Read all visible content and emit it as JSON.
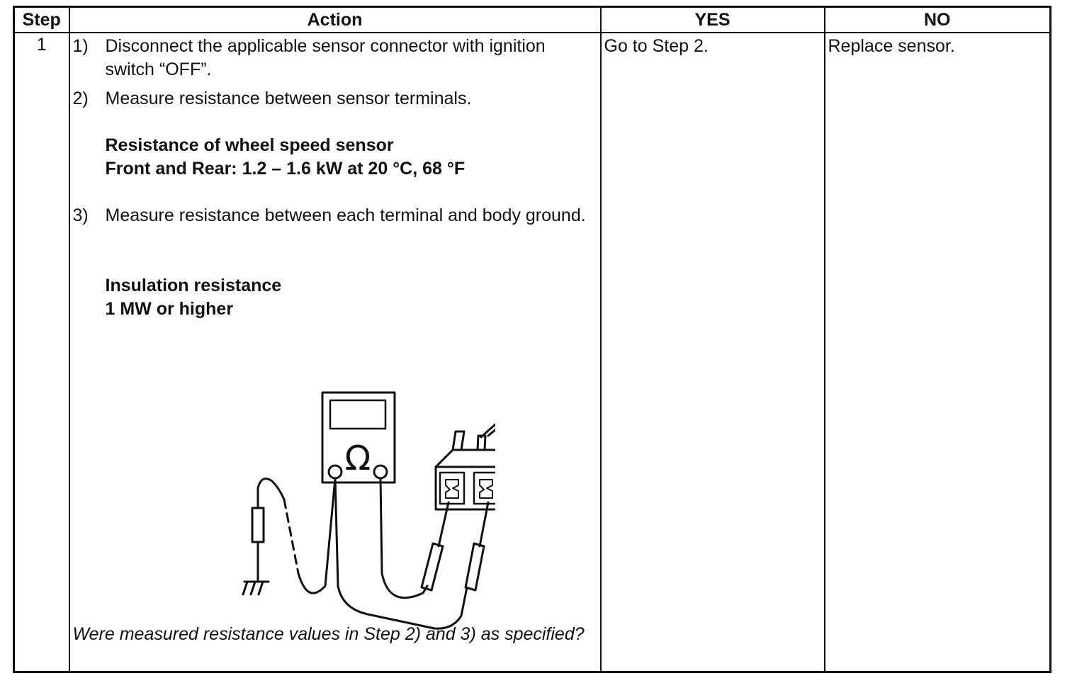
{
  "table": {
    "headers": {
      "step": "Step",
      "action": "Action",
      "yes": "YES",
      "no": "NO"
    },
    "row": {
      "step": "1",
      "items": [
        {
          "num": "1)",
          "text": "Disconnect the applicable sensor connector with ignition switch “OFF”."
        },
        {
          "num": "2)",
          "text": "Measure resistance between sensor terminals."
        },
        {
          "num": "3)",
          "text": "Measure resistance between each terminal and body ground."
        }
      ],
      "spec1": {
        "title": "Resistance of wheel speed sensor",
        "value": "Front and Rear: 1.2 – 1.6 kW at 20 °C, 68 °F"
      },
      "spec2": {
        "title": "Insulation resistance",
        "value": "1 MW or higher"
      },
      "question": "Were measured resistance values in Step 2) and 3) as specified?",
      "yes": "Go to Step 2.",
      "no": "Replace sensor."
    }
  },
  "figure": {
    "meter_symbol": "Ω"
  }
}
